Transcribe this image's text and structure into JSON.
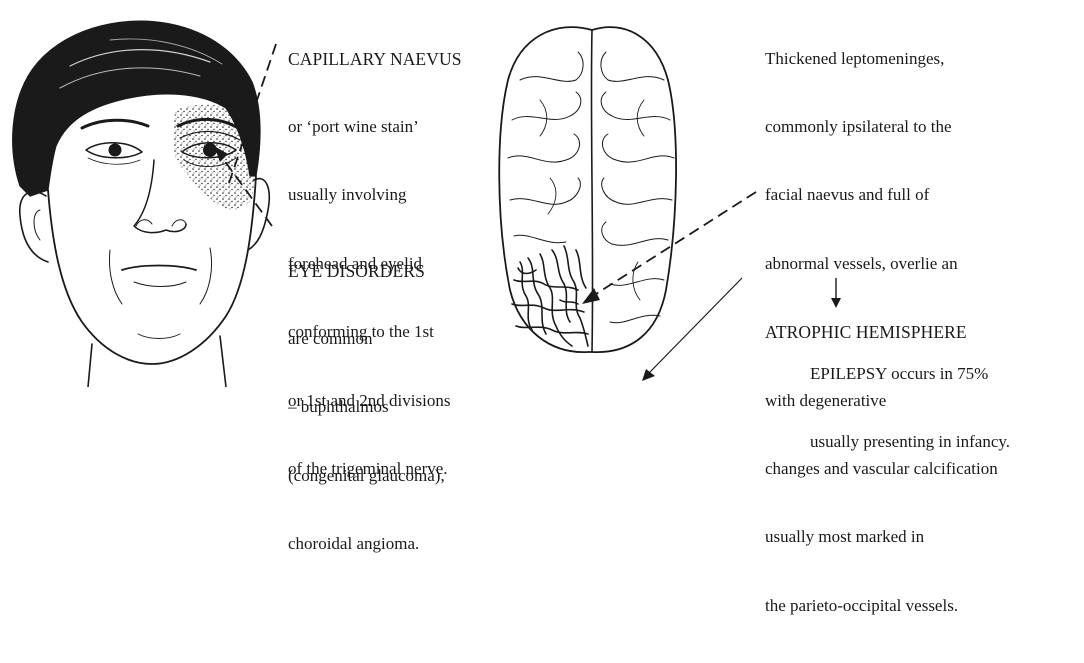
{
  "palette": {
    "ink": "#1a1a1a",
    "paper": "#ffffff"
  },
  "face_labels": {
    "naevus": [
      "CAPILLARY NAEVUS",
      "or ‘port wine stain’",
      "usually involving",
      "forehead and eyelid",
      "conforming to the 1st",
      "or 1st and 2nd divisions",
      "of the trigeminal nerve."
    ],
    "eye": [
      "EYE DISORDERS",
      "are common",
      "– buphthalmos",
      "(congenital glaucoma),",
      "choroidal angioma."
    ]
  },
  "brain_labels": {
    "meninges": [
      "Thickened leptomeninges,",
      "commonly ipsilateral to the",
      "facial naevus and full of",
      "abnormal vessels, overlie an",
      "ATROPHIC HEMISPHERE",
      "with degenerative",
      "changes and vascular calcification",
      "usually most marked in",
      "the parieto-occipital vessels."
    ],
    "epilepsy": [
      "EPILEPSY occurs in 75%",
      "usually presenting in infancy."
    ]
  },
  "illustrations": {
    "face": "face-drawing-with-facial-naevus",
    "brain": "brain-top-view-with-calcification"
  }
}
